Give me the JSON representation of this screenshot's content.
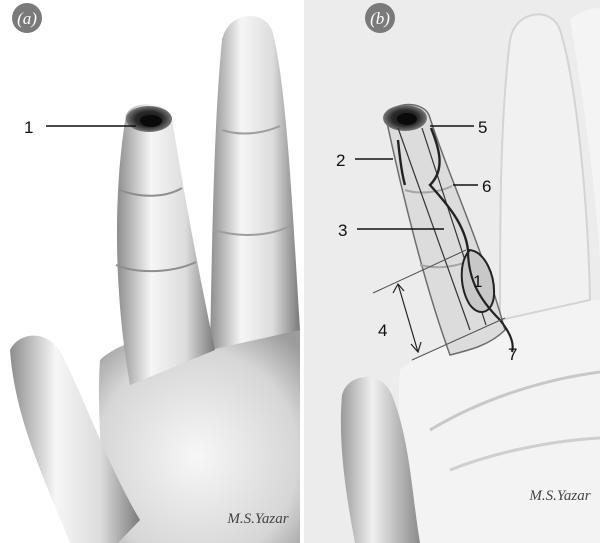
{
  "panels": [
    {
      "badge": "(a)",
      "callouts": [
        {
          "label": "1"
        }
      ],
      "signature": "M.S.Yazar"
    },
    {
      "badge": "(b)",
      "callouts": [
        {
          "label": "2"
        },
        {
          "label": "3"
        },
        {
          "label": "4"
        },
        {
          "label": "5"
        },
        {
          "label": "6"
        },
        {
          "label": "7"
        },
        {
          "label": "1"
        }
      ],
      "signature": "M.S.Yazar"
    }
  ],
  "colors": {
    "badge_fill": "#7a7a7a",
    "skin_light": "#f4f4f4",
    "skin_shadow": "#9a9a9a",
    "wound_dark": "#2a2a2a",
    "line": "#222222",
    "panel_b_background": "#ececec"
  }
}
